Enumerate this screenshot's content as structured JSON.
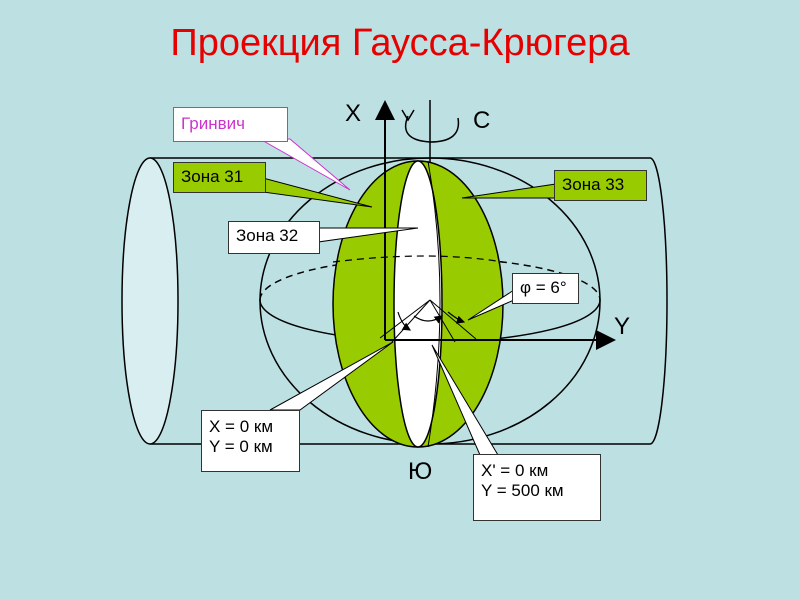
{
  "title": "Проекция Гаусса-Крюгера",
  "labels": {
    "greenwich": "Гринвич",
    "zone31": "Зона 31",
    "zone32": "Зона 32",
    "zone33": "Зона 33",
    "phi": "φ = 6°",
    "axis_x": "X",
    "axis_y": "Y",
    "north": "С",
    "south": "Ю",
    "origin_left_x": "X = 0 км",
    "origin_left_y": "Y = 0 км",
    "origin_right_x": "X' = 0 км",
    "origin_right_y": "Y = 500 км"
  },
  "colors": {
    "background": "#bde0e3",
    "title": "#e60000",
    "zone_fill": "#99cc00",
    "cylinder": "#d8eef0",
    "greenwich_border": "#cc33cc"
  }
}
